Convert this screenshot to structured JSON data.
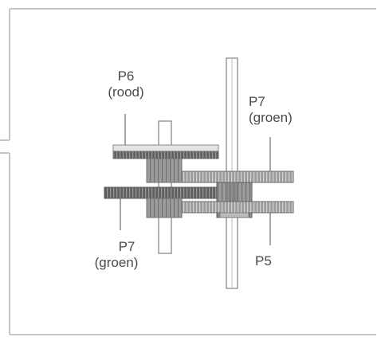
{
  "labels": {
    "p6_name": "P6",
    "p6_color": "(rood)",
    "p7_top_name": "P7",
    "p7_top_color": "(groen)",
    "p7_bottom_name": "P7",
    "p7_bottom_color": "(groen)",
    "p5_name": "P5"
  },
  "colors": {
    "frame": "#bdbdbd",
    "gear_dark": "#6a6a6a",
    "gear_light": "#a8a8a8",
    "hub": "#8f8f8f",
    "shaft": "#ffffff",
    "text": "#4a4a4a"
  }
}
